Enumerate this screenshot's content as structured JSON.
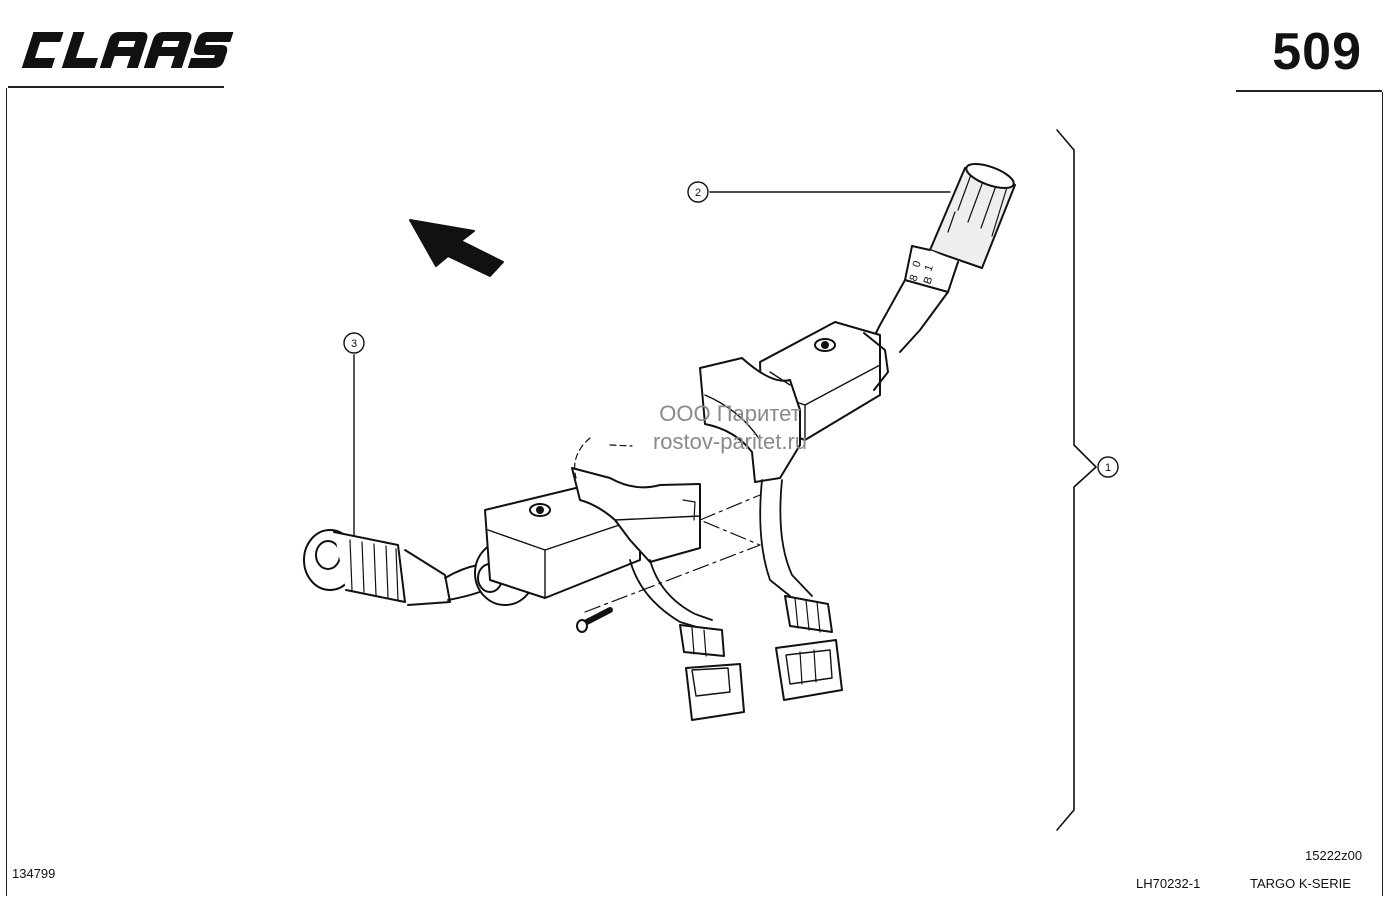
{
  "header": {
    "brand": "CLAAS",
    "page_number": "509"
  },
  "callouts": [
    {
      "label": "1"
    },
    {
      "label": "2"
    },
    {
      "label": "3"
    }
  ],
  "switch_markings": [
    "0",
    "1",
    "8",
    "B"
  ],
  "watermark": {
    "line1": "ООО Паритет",
    "line2": "rostov-paritet.ru"
  },
  "footer": {
    "doc_id": "134799",
    "figure_code": "15222z00",
    "part_ref": "LH70232-1",
    "series": "TARGO K-SERIE"
  }
}
